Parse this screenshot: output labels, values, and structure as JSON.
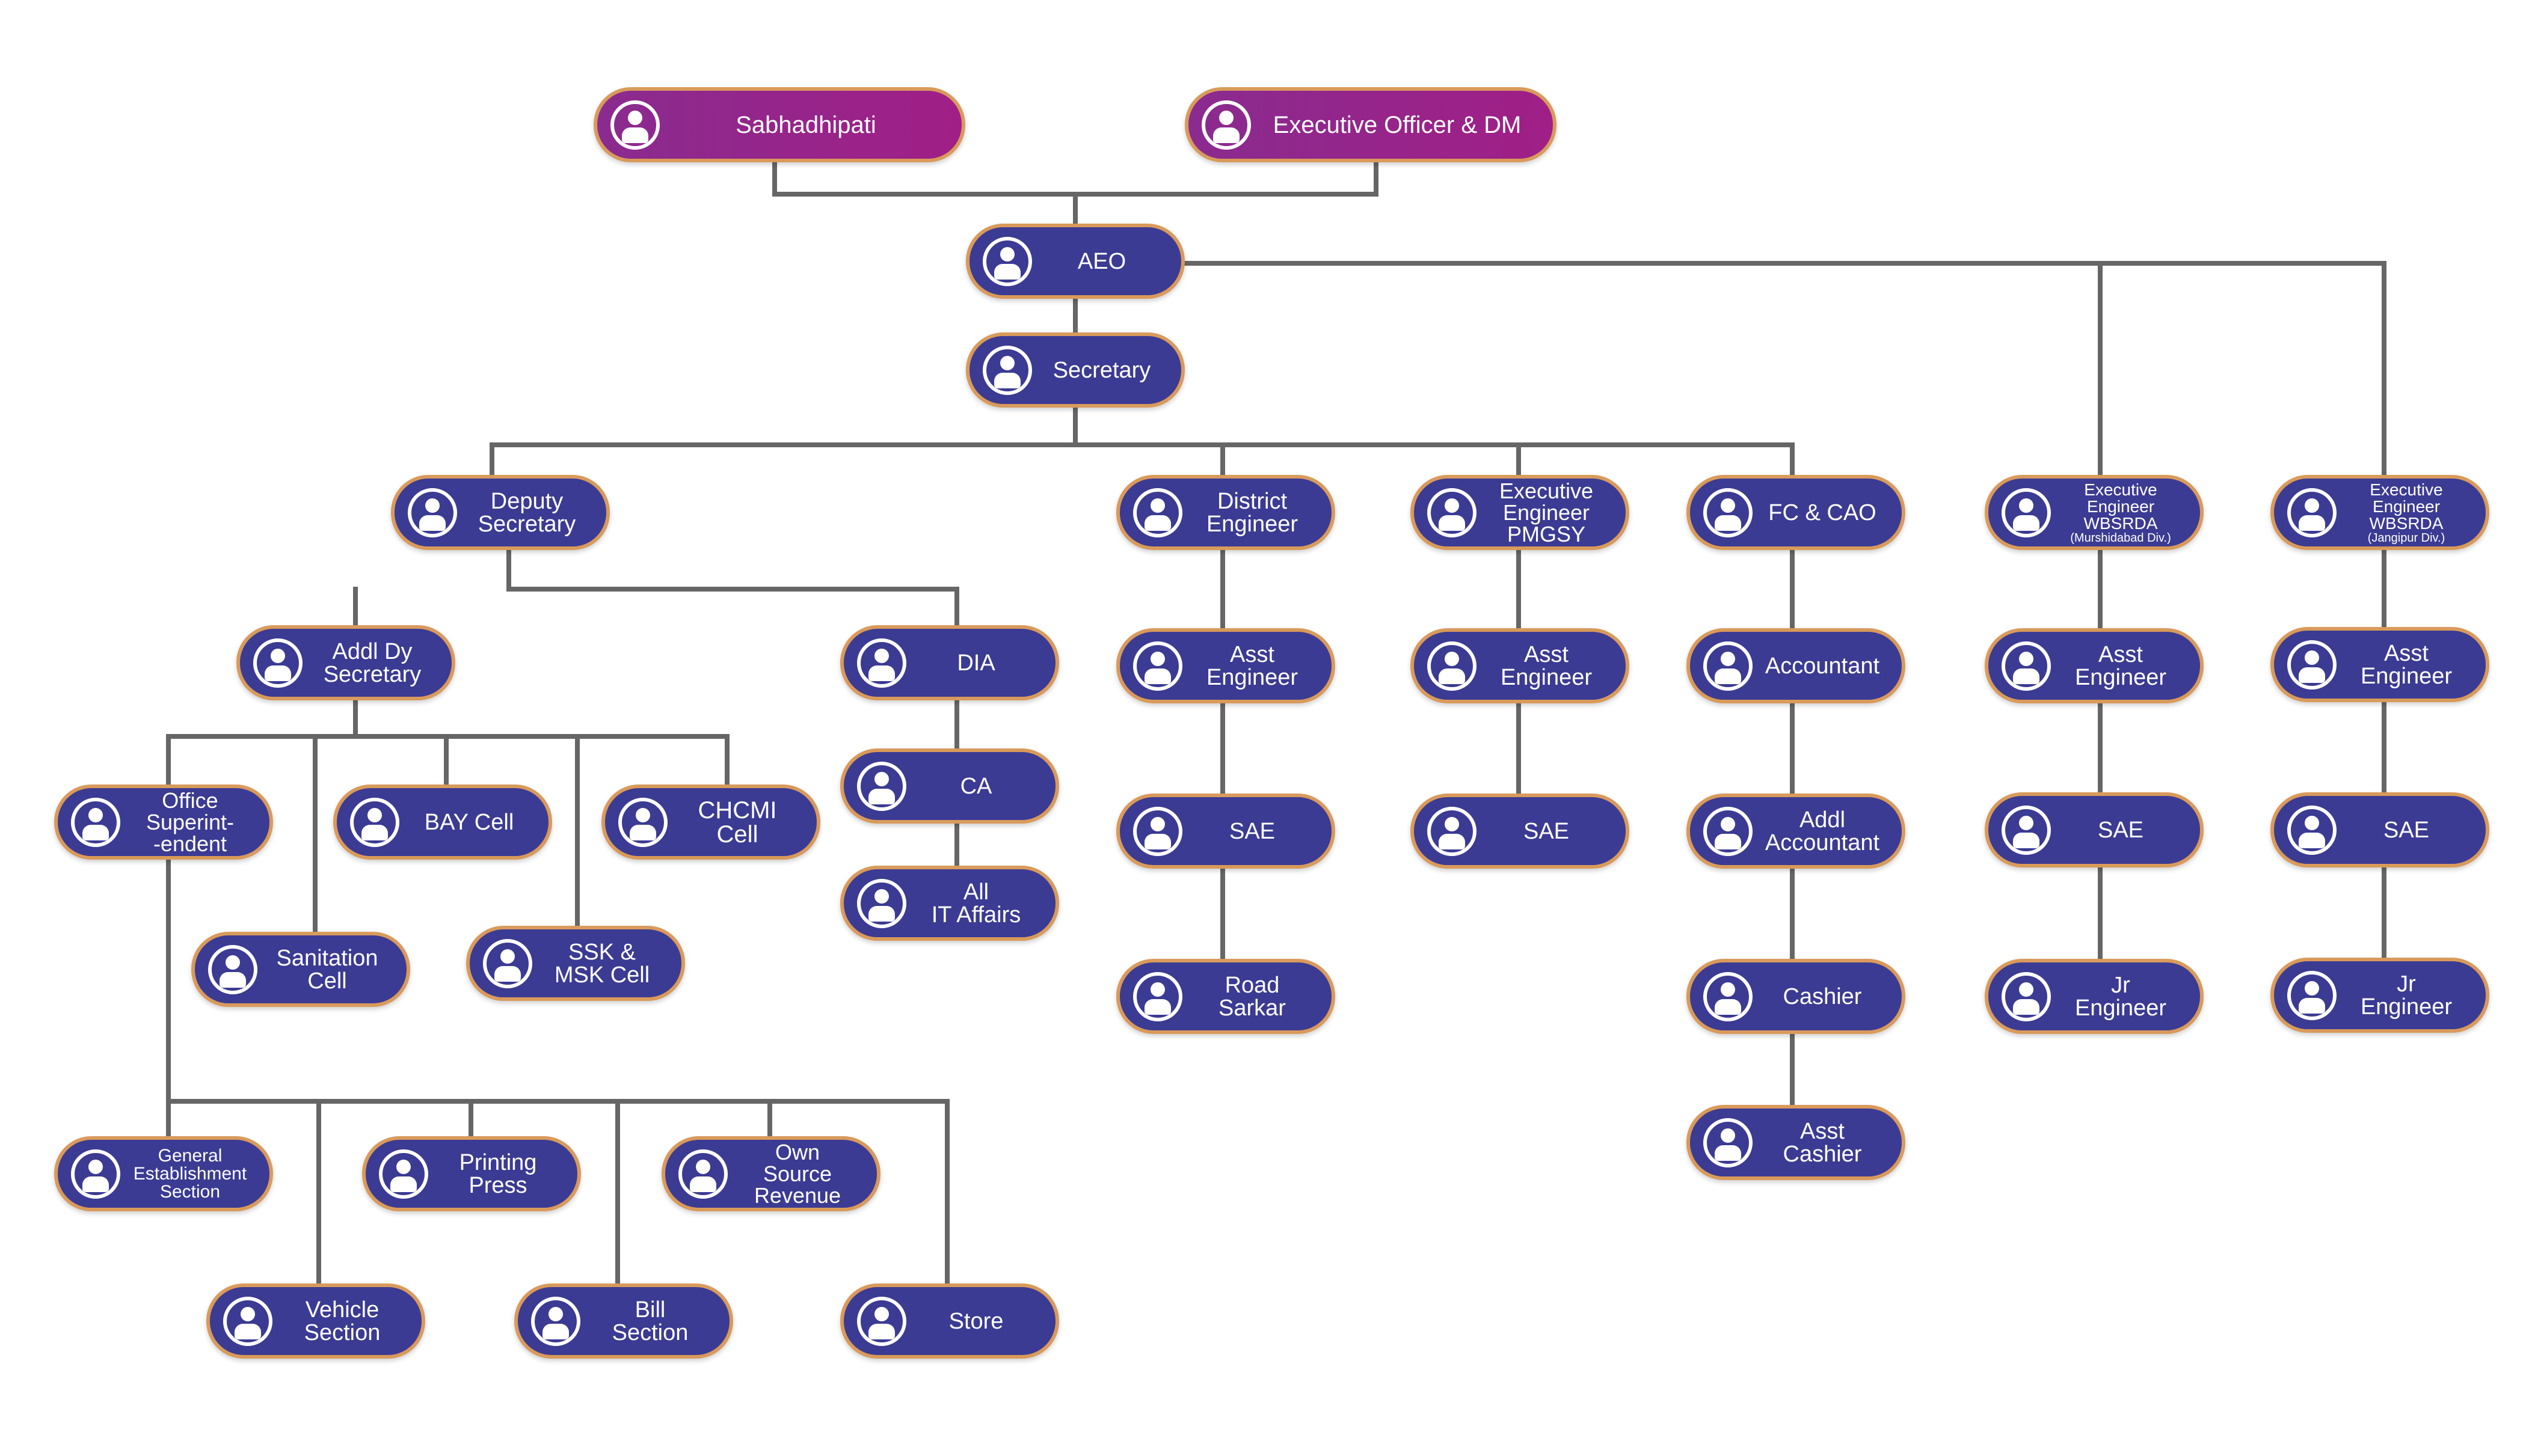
{
  "nodes": {
    "sabhadhipati": "Sabhadhipati",
    "eo_dm": "Executive Officer & DM",
    "aeo": "AEO",
    "secretary": "Secretary",
    "deputy_secretary": "Deputy\nSecretary",
    "district_engineer": "District\nEngineer",
    "ee_pmgsy": "Executive\nEngineer\nPMGSY",
    "fc_cao": "FC & CAO",
    "ee_wbsrda_murshidabad": "Executive\nEngineer\nWBSRDA",
    "ee_wbsrda_murshidabad_sub": "(Murshidabad Div.)",
    "ee_wbsrda_jangipur": "Executive\nEngineer\nWBSRDA",
    "ee_wbsrda_jangipur_sub": "(Jangipur Div.)",
    "addl_dy_secretary": "Addl Dy\nSecretary",
    "dia": "DIA",
    "de_asst_engineer": "Asst\nEngineer",
    "pmgsy_asst_engineer": "Asst\nEngineer",
    "accountant": "Accountant",
    "m_asst_engineer": "Asst\nEngineer",
    "j_asst_engineer": "Asst\nEngineer",
    "office_superintendent": "Office\nSuperint-\n-endent",
    "bay_cell": "BAY Cell",
    "chcmi_cell": "CHCMI\nCell",
    "ca": "CA",
    "de_sae": "SAE",
    "pmgsy_sae": "SAE",
    "addl_accountant": "Addl\nAccountant",
    "m_sae": "SAE",
    "j_sae": "SAE",
    "all_it_affairs": "All\nIT Affairs",
    "sanitation_cell": "Sanitation\nCell",
    "ssk_msk_cell": "SSK &\nMSK Cell",
    "road_sarkar": "Road\nSarkar",
    "cashier": "Cashier",
    "m_jr_engineer": "Jr\nEngineer",
    "j_jr_engineer": "Jr\nEngineer",
    "asst_cashier": "Asst\nCashier",
    "general_establishment": "General\nEstablishment\nSection",
    "printing_press": "Printing\nPress",
    "own_source_revenue": "Own\nSource\nRevenue",
    "vehicle_section": "Vehicle\nSection",
    "bill_section": "Bill\nSection",
    "store": "Store"
  },
  "colors": {
    "node_fill": "#3b3b93",
    "top_fill": "#9a2188",
    "border": "#d99a5b",
    "connector": "#666666"
  },
  "icon": "person-icon"
}
